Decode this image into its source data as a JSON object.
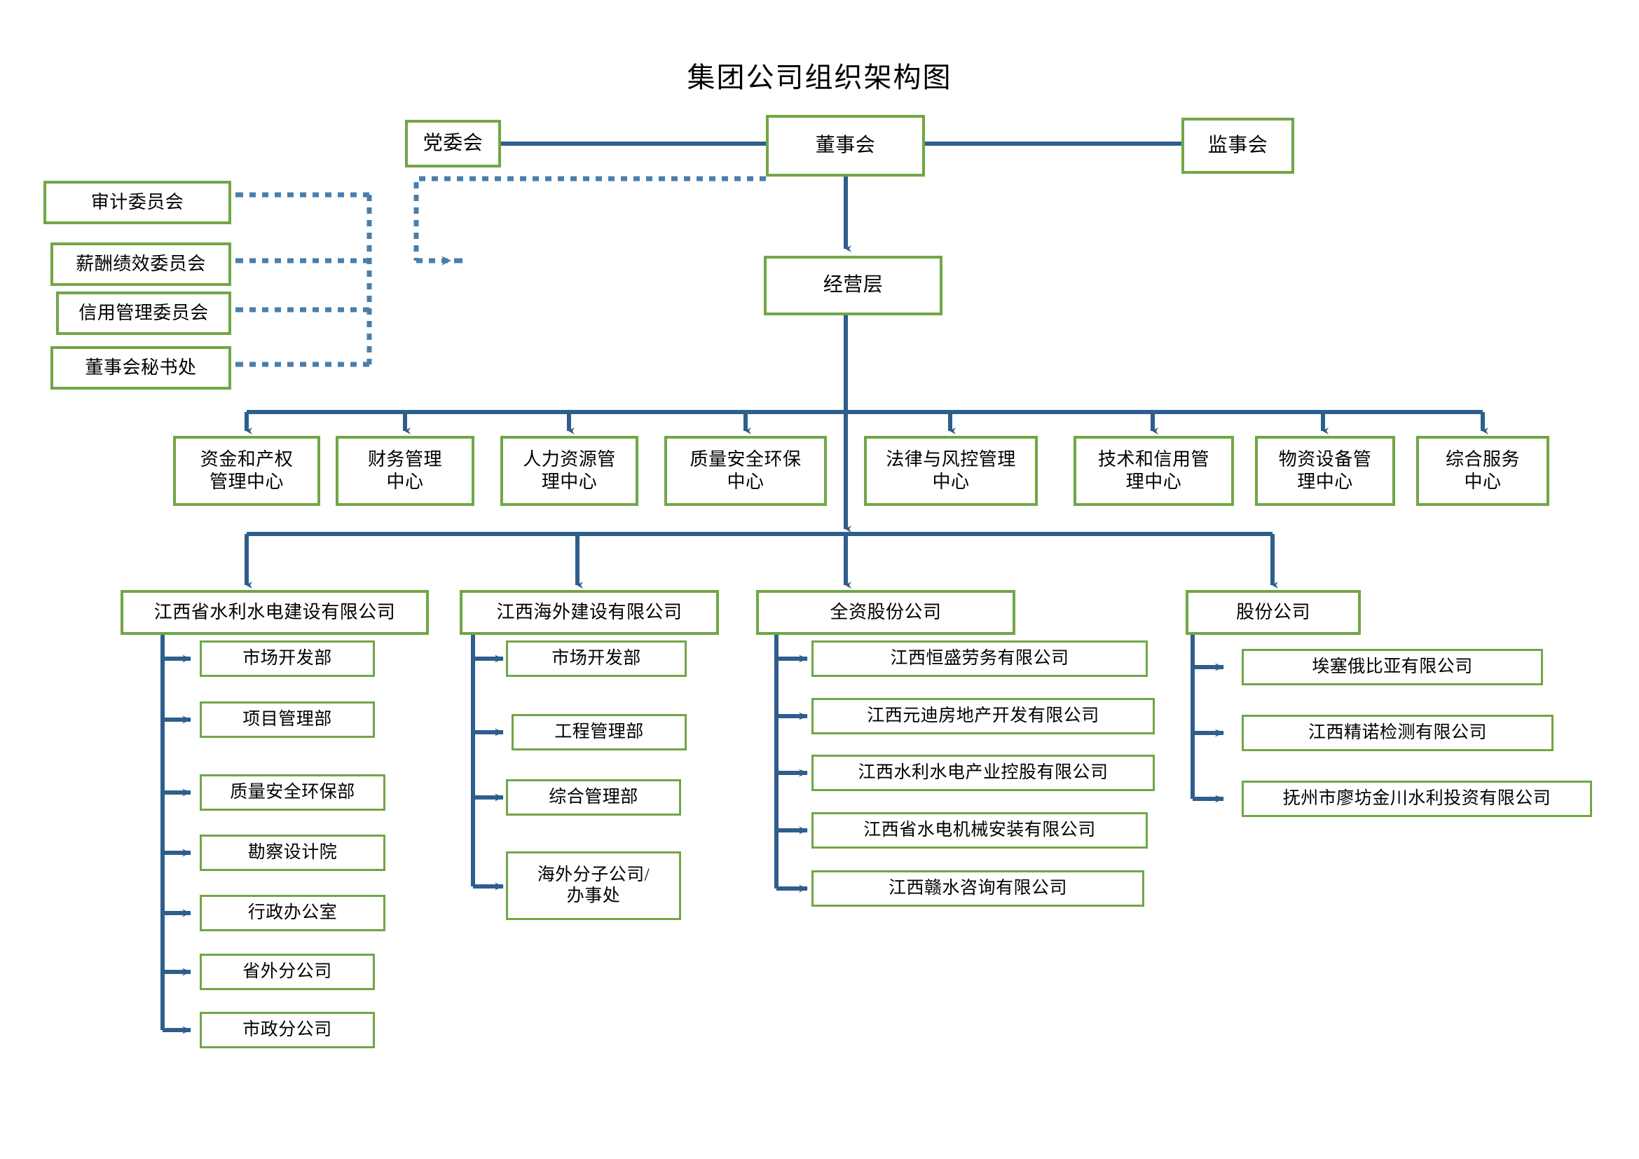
{
  "title": "集团公司组织架构图",
  "colors": {
    "box_border_green": "#71A644",
    "connector_blue": "#2E5E8C",
    "dotted_blue": "#4A7EAB",
    "text": "#000000",
    "background": "#FFFFFF"
  },
  "chart_data": {
    "type": "diagram",
    "diagram_type": "org-chart",
    "title": "集团公司组织架构图",
    "orientation": "top-down",
    "nodes": [
      {
        "id": "party",
        "label": "党委会",
        "level": 1
      },
      {
        "id": "board",
        "label": "董事会",
        "level": 1
      },
      {
        "id": "supervisor",
        "label": "监事会",
        "level": 1
      },
      {
        "id": "mgmt",
        "label": "经营层",
        "level": 2
      },
      {
        "id": "audit",
        "label": "审计委员会",
        "level": "committee"
      },
      {
        "id": "comp",
        "label": "薪酬绩效委员会",
        "level": "committee"
      },
      {
        "id": "credit",
        "label": "信用管理委员会",
        "level": "committee"
      },
      {
        "id": "secretariat",
        "label": "董事会秘书处",
        "level": "committee"
      },
      {
        "id": "c1",
        "label": "资金和产权管理中心",
        "level": 3
      },
      {
        "id": "c2",
        "label": "财务管理中心",
        "level": 3
      },
      {
        "id": "c3",
        "label": "人力资源管理中心",
        "level": 3
      },
      {
        "id": "c4",
        "label": "质量安全环保中心",
        "level": 3
      },
      {
        "id": "c5",
        "label": "法律与风控管理中心",
        "level": 3
      },
      {
        "id": "c6",
        "label": "技术和信用管理中心",
        "level": 3
      },
      {
        "id": "c7",
        "label": "物资设备管理中心",
        "level": 3
      },
      {
        "id": "c8",
        "label": "综合服务中心",
        "level": 3
      },
      {
        "id": "s1",
        "label": "江西省水利水电建设有限公司",
        "level": 4
      },
      {
        "id": "s2",
        "label": "江西海外建设有限公司",
        "level": 4
      },
      {
        "id": "s3",
        "label": "全资股份公司",
        "level": 4
      },
      {
        "id": "s4",
        "label": "股份公司",
        "level": 4
      }
    ],
    "edges": [
      {
        "from": "party",
        "to": "board",
        "style": "solid"
      },
      {
        "from": "board",
        "to": "supervisor",
        "style": "solid"
      },
      {
        "from": "board",
        "to": "mgmt",
        "style": "solid-arrow"
      },
      {
        "from": "board",
        "to": "audit",
        "style": "dotted-arrow"
      },
      {
        "from": "board",
        "to": "comp",
        "style": "dotted-arrow"
      },
      {
        "from": "board",
        "to": "credit",
        "style": "dotted-arrow"
      },
      {
        "from": "board",
        "to": "secretariat",
        "style": "dotted-arrow"
      },
      {
        "from": "mgmt",
        "to": "c1",
        "style": "solid-arrow"
      },
      {
        "from": "mgmt",
        "to": "c2",
        "style": "solid-arrow"
      },
      {
        "from": "mgmt",
        "to": "c3",
        "style": "solid-arrow"
      },
      {
        "from": "mgmt",
        "to": "c4",
        "style": "solid-arrow"
      },
      {
        "from": "mgmt",
        "to": "c5",
        "style": "solid-arrow"
      },
      {
        "from": "mgmt",
        "to": "c6",
        "style": "solid-arrow"
      },
      {
        "from": "mgmt",
        "to": "c7",
        "style": "solid-arrow"
      },
      {
        "from": "mgmt",
        "to": "c8",
        "style": "solid-arrow"
      },
      {
        "from": "mgmt",
        "to": "s1",
        "style": "solid-arrow"
      },
      {
        "from": "mgmt",
        "to": "s2",
        "style": "solid-arrow"
      },
      {
        "from": "mgmt",
        "to": "s3",
        "style": "solid-arrow"
      },
      {
        "from": "mgmt",
        "to": "s4",
        "style": "solid-arrow"
      }
    ]
  },
  "top_level": {
    "party_committee": "党委会",
    "board_of_directors": "董事会",
    "supervisory_board": "监事会",
    "management": "经营层"
  },
  "committees": [
    {
      "label": "审计委员会"
    },
    {
      "label": "薪酬绩效委员会"
    },
    {
      "label": "信用管理委员会"
    },
    {
      "label": "董事会秘书处"
    }
  ],
  "centers": [
    {
      "label": "资金和产权\n管理中心"
    },
    {
      "label": "财务管理\n中心"
    },
    {
      "label": "人力资源管\n理中心"
    },
    {
      "label": "质量安全环保\n中心"
    },
    {
      "label": "法律与风控管理\n中心"
    },
    {
      "label": "技术和信用管\n理中心"
    },
    {
      "label": "物资设备管\n理中心"
    },
    {
      "label": "综合服务\n中心"
    }
  ],
  "subsidiaries": [
    {
      "name": "江西省水利水电建设有限公司",
      "children": [
        {
          "label": "市场开发部"
        },
        {
          "label": "项目管理部"
        },
        {
          "label": "质量安全环保部"
        },
        {
          "label": "勘察设计院"
        },
        {
          "label": "行政办公室"
        },
        {
          "label": "省外分公司"
        },
        {
          "label": "市政分公司"
        }
      ]
    },
    {
      "name": "江西海外建设有限公司",
      "children": [
        {
          "label": "市场开发部"
        },
        {
          "label": "工程管理部"
        },
        {
          "label": "综合管理部"
        },
        {
          "label": "海外分子公司/\n办事处"
        }
      ]
    },
    {
      "name": "全资股份公司",
      "children": [
        {
          "label": "江西恒盛劳务有限公司"
        },
        {
          "label": "江西元迪房地产开发有限公司"
        },
        {
          "label": "江西水利水电产业控股有限公司"
        },
        {
          "label": "江西省水电机械安装有限公司"
        },
        {
          "label": "江西赣水咨询有限公司"
        }
      ]
    },
    {
      "name": "股份公司",
      "children": [
        {
          "label": "埃塞俄比亚有限公司"
        },
        {
          "label": "江西精诺检测有限公司"
        },
        {
          "label": "抚州市廖坊金川水利投资有限公司"
        }
      ]
    }
  ]
}
